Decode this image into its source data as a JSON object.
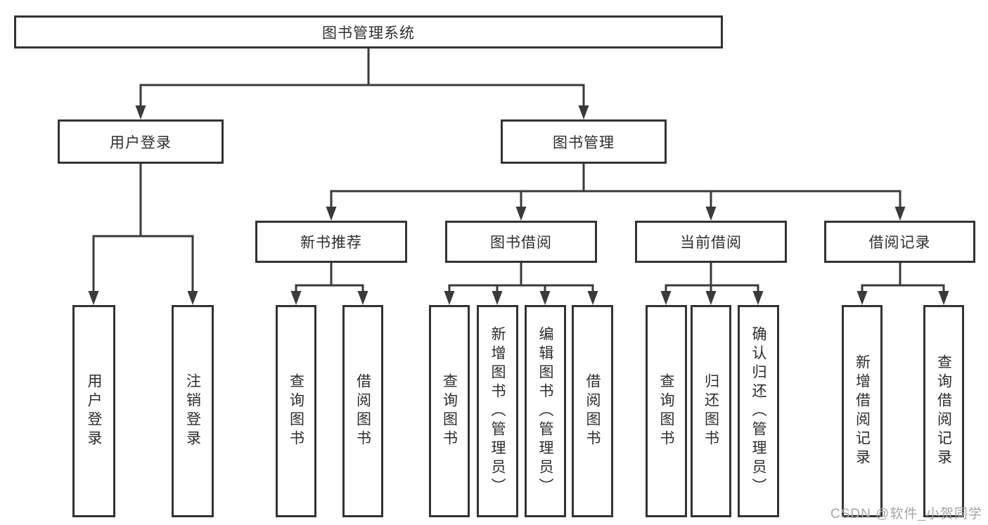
{
  "diagram": {
    "root": {
      "label": "图书管理系统"
    },
    "user_login": {
      "label": "用户登录",
      "children": [
        {
          "label": "用户登录"
        },
        {
          "label": "注销登录"
        }
      ]
    },
    "book_management": {
      "label": "图书管理",
      "sections": [
        {
          "label": "新书推荐",
          "children": [
            {
              "label": "查询图书"
            },
            {
              "label": "借阅图书"
            }
          ]
        },
        {
          "label": "图书借阅",
          "children": [
            {
              "label": "查询图书"
            },
            {
              "label": "新增图书（管理员）"
            },
            {
              "label": "编辑图书（管理员）"
            },
            {
              "label": "借阅图书"
            }
          ]
        },
        {
          "label": "当前借阅",
          "children": [
            {
              "label": "查询图书"
            },
            {
              "label": "归还图书"
            },
            {
              "label": "确认归还（管理员）"
            }
          ]
        },
        {
          "label": "借阅记录",
          "children": [
            {
              "label": "新增借阅记录"
            },
            {
              "label": "查询借阅记录"
            }
          ]
        }
      ]
    }
  },
  "watermark": {
    "text": "CSDN @软件_小贺同学"
  },
  "colors": {
    "line": "#3a3a3a",
    "border": "#333333",
    "text": "#2d2d2d",
    "watermark": "#a6a6a6",
    "background": "#ffffff"
  }
}
